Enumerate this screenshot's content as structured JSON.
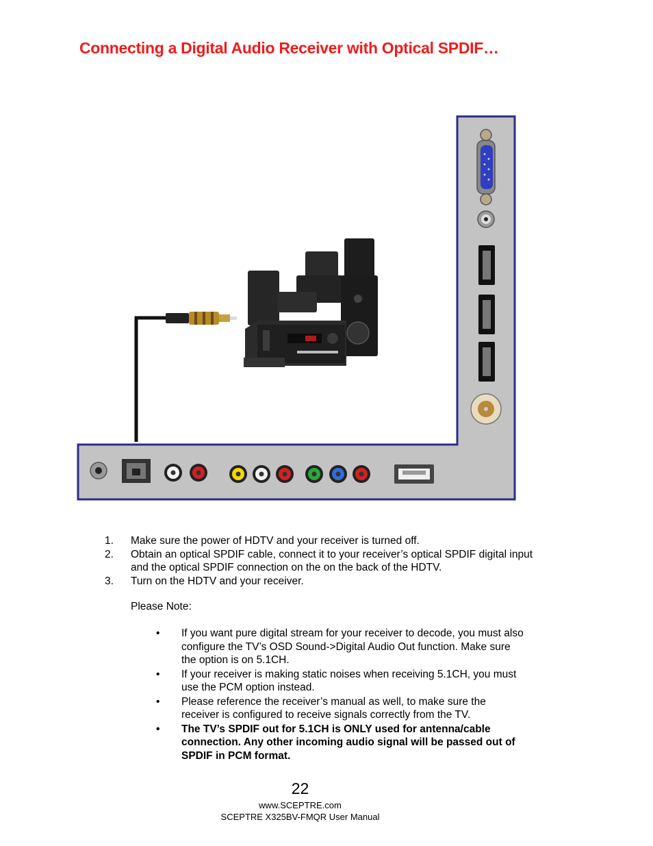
{
  "title": "Connecting a Digital Audio Receiver with Optical SPDIF…",
  "steps": [
    {
      "num": "1.",
      "text": "Make sure the power of HDTV and your receiver is turned off."
    },
    {
      "num": "2.",
      "text": "Obtain an optical SPDIF cable, connect it to your receiver’s optical SPDIF digital input and the optical SPDIF connection on the on the back of the HDTV."
    },
    {
      "num": "3.",
      "text": "Turn on the HDTV and your receiver."
    }
  ],
  "note_label": "Please Note:",
  "bullets": [
    {
      "text": "If you want pure digital stream for your receiver to decode, you must also configure the TV’s OSD Sound->Digital Audio Out function. Make sure the option is on 5.1CH."
    },
    {
      "text": "If your receiver is making static noises when receiving 5.1CH, you must use the PCM option instead."
    },
    {
      "text": "Please reference the receiver’s manual as well, to make sure the receiver is configured to receive signals correctly from the TV."
    },
    {
      "text": "The TV’s SPDIF out for 5.1CH is ONLY used for antenna/cable connection.  Any other incoming audio signal will be passed out of SPDIF in PCM format."
    }
  ],
  "bullet_char": "•",
  "page_number": "22",
  "footer": {
    "website": "www.SCEPTRE.com",
    "manual": "SCEPTRE X325BV-FMQR User Manual"
  },
  "colors": {
    "title": "#ee1c1c",
    "panel_fill": "#c3c3c3",
    "panel_border": "#2a2e86"
  }
}
